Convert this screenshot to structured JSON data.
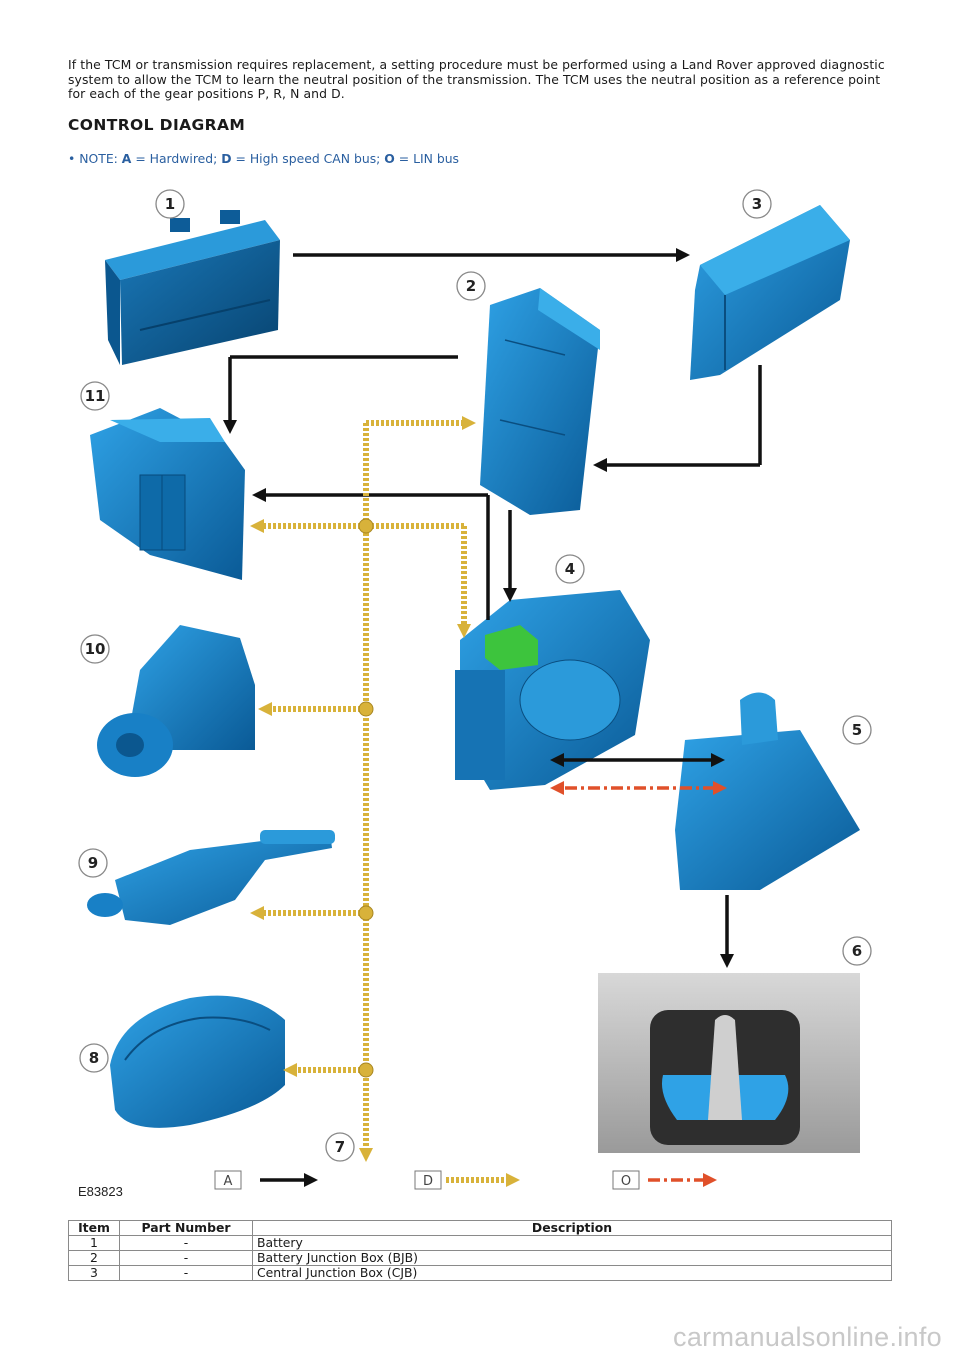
{
  "intro": "If the TCM or transmission requires replacement, a setting procedure must be performed using a Land Rover approved diagnostic system to allow the TCM to learn the neutral position of the transmission. The TCM uses the neutral position as a reference point for each of the gear positions P, R, N and D.",
  "heading": "CONTROL DIAGRAM",
  "note": {
    "prefix": "• NOTE: ",
    "a_key": "A",
    "a_text": " = Hardwired; ",
    "d_key": "D",
    "d_text": " = High speed CAN bus; ",
    "o_key": "O",
    "o_text": " = LIN bus"
  },
  "diagram": {
    "figure_id": "E83823",
    "callouts": [
      "1",
      "2",
      "3",
      "4",
      "5",
      "6",
      "7",
      "8",
      "9",
      "10",
      "11"
    ],
    "legend": {
      "a": "A",
      "d": "D",
      "o": "O"
    },
    "colors": {
      "component": "#1b7fc4",
      "component_dark": "#0d5c98",
      "hardwired": "#111111",
      "can_bus": "#d8b23a",
      "lin_bus": "#e0502a",
      "tcm_green": "#3dc43d"
    },
    "icons": [
      "battery-icon",
      "bjb-icon",
      "cjb-icon",
      "transmission-icon",
      "gear-selector-icon",
      "selector-panel-icon",
      "ecm-icon",
      "abs-module-icon",
      "steering-column-switch-icon",
      "instrument-cluster-icon"
    ]
  },
  "table": {
    "headers": [
      "Item",
      "Part Number",
      "Description"
    ],
    "rows": [
      {
        "item": "1",
        "part_number": "-",
        "description": "Battery"
      },
      {
        "item": "2",
        "part_number": "-",
        "description": "Battery Junction Box (BJB)"
      },
      {
        "item": "3",
        "part_number": "-",
        "description": "Central Junction Box (CJB)"
      }
    ]
  },
  "watermark": "carmanualsonline.info"
}
